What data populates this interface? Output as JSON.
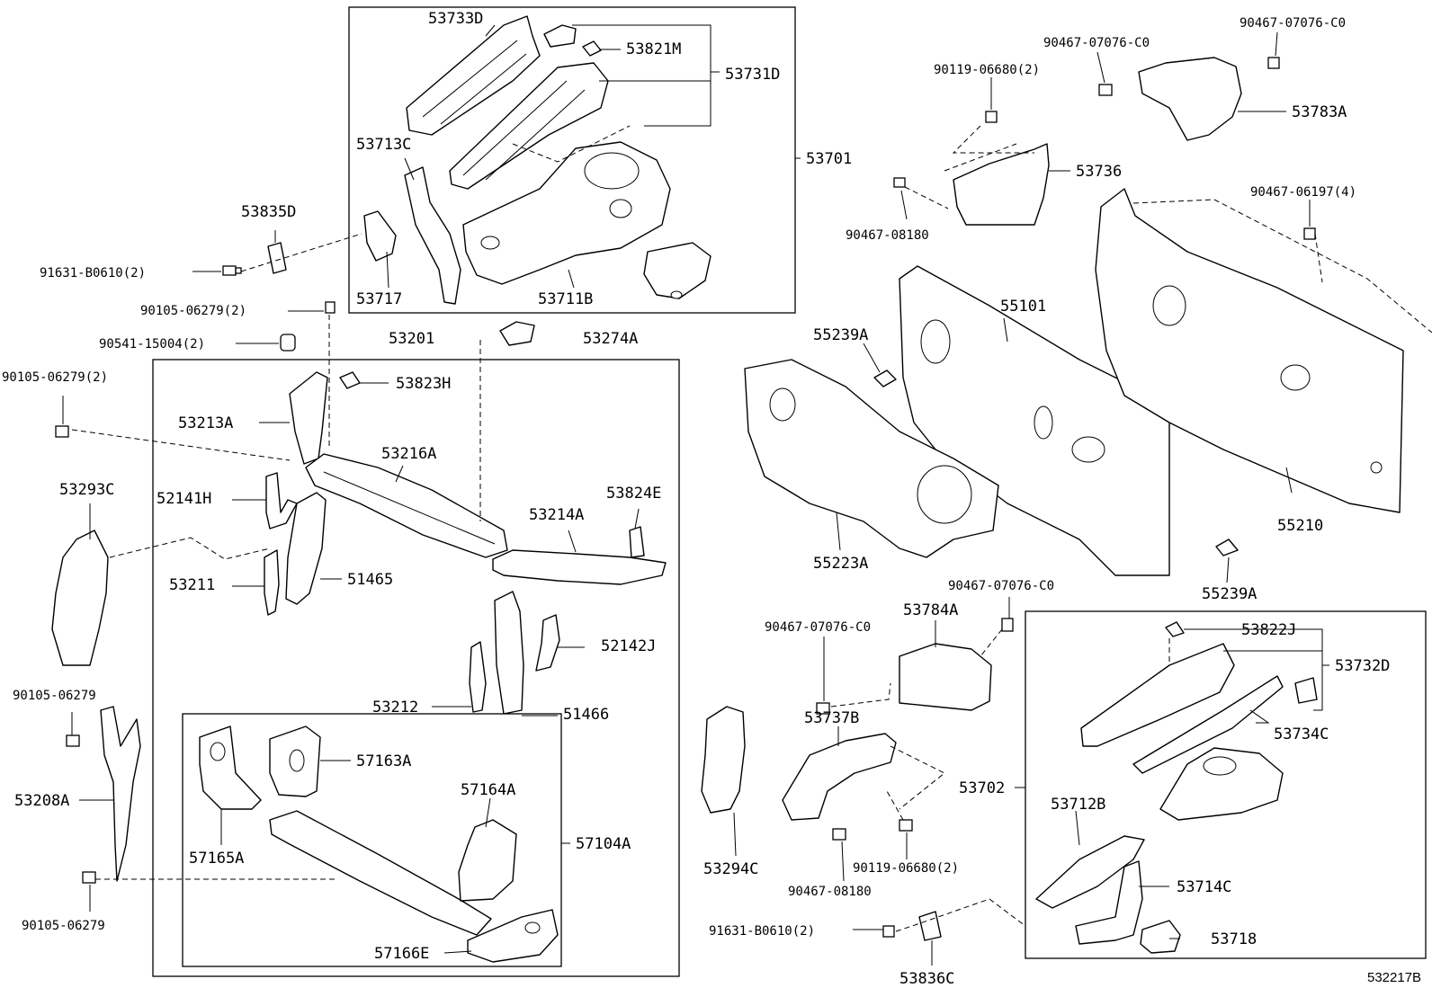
{
  "diagram_id": "532217B",
  "callouts": {
    "c53733D": "53733D",
    "c53821M": "53821M",
    "c53731D": "53731D",
    "c53713C": "53713C",
    "c53701": "53701",
    "c53717": "53717",
    "c53711B": "53711B",
    "c53835D": "53835D",
    "c91631B0610a": "91631-B0610(2)",
    "c9010506279a": "90105-06279(2)",
    "c9054115004": "90541-15004(2)",
    "c53201": "53201",
    "c53274A": "53274A",
    "c9010506279b": "90105-06279(2)",
    "c53823H": "53823H",
    "c53213A": "53213A",
    "c53216A": "53216A",
    "c53293C": "53293C",
    "c52141H": "52141H",
    "c53824E": "53824E",
    "c53214A": "53214A",
    "c53211": "53211",
    "c51465": "51465",
    "c52142J": "52142J",
    "c53212": "53212",
    "c51466": "51466",
    "c9010506279c": "90105-06279",
    "c53208A": "53208A",
    "c57163A": "57163A",
    "c57164A": "57164A",
    "c57104A": "57104A",
    "c57165A": "57165A",
    "c57166E": "57166E",
    "c9010506279d": "90105-06279",
    "c9046707076C0a": "90467-07076-C0",
    "c9046707076C0b": "90467-07076-C0",
    "c9011906680a": "90119-06680(2)",
    "c53783A": "53783A",
    "c53736": "53736",
    "c9046708180a": "90467-08180",
    "c9046706197": "90467-06197(4)",
    "c55101": "55101",
    "c55239Aa": "55239A",
    "c55210": "55210",
    "c55223A": "55223A",
    "c55239Ab": "55239A",
    "c9046707076C0c": "90467-07076-C0",
    "c53784A": "53784A",
    "c9046707076C0d": "90467-07076-C0",
    "c53822J": "53822J",
    "c53732D": "53732D",
    "c53734C": "53734C",
    "c53737B": "53737B",
    "c53702": "53702",
    "c53712B": "53712B",
    "c53294C": "53294C",
    "c53714C": "53714C",
    "c9011906680b": "90119-06680(2)",
    "c9046708180b": "90467-08180",
    "c91631B0610b": "91631-B0610(2)",
    "c53718": "53718",
    "c53836C": "53836C"
  }
}
